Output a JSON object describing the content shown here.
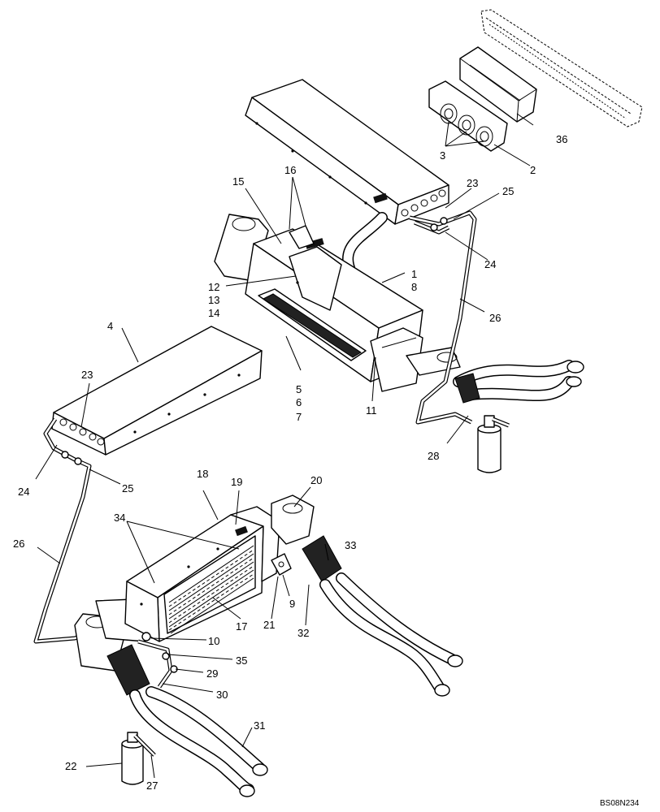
{
  "diagram": {
    "drawing_code": "BS08N234",
    "callouts": [
      "1",
      "2",
      "3",
      "4",
      "5",
      "6",
      "7",
      "8",
      "9",
      "10",
      "11",
      "12",
      "13",
      "14",
      "15",
      "16",
      "17",
      "18",
      "19",
      "20",
      "21",
      "22",
      "23",
      "23",
      "24",
      "24",
      "25",
      "25",
      "26",
      "26",
      "27",
      "28",
      "29",
      "30",
      "31",
      "32",
      "33",
      "34",
      "35",
      "36"
    ]
  }
}
